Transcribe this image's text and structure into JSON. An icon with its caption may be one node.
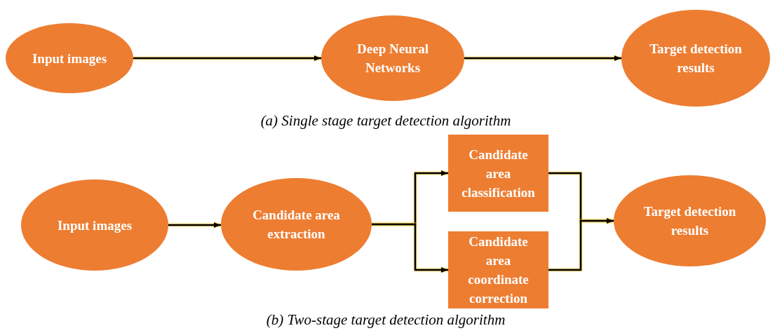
{
  "diagram": {
    "nodes": [
      {
        "text": [
          "Input images"
        ]
      },
      {
        "text": [
          "Deep Neural Networks"
        ]
      },
      {
        "text": [
          "Target detection results"
        ]
      },
      {
        "text": [
          "Input images"
        ]
      },
      {
        "text": [
          "Candidate area extraction"
        ]
      },
      {
        "text": [
          "Candidate area classification"
        ]
      },
      {
        "text": [
          "Candidate area coordinate correction"
        ]
      },
      {
        "text": [
          "Target detection results"
        ]
      }
    ],
    "edges": [
      {
        "from": 0,
        "to": 1,
        "arrow": "to"
      },
      {
        "from": 1,
        "to": 2,
        "arrow": "to"
      },
      {
        "from": 3,
        "to": 4,
        "arrow": "to"
      },
      {
        "from": 4,
        "to": 5,
        "arrow": "to"
      },
      {
        "from": 4,
        "to": 6,
        "arrow": "to"
      },
      {
        "from": 5,
        "to": 7,
        "arrow": "to"
      },
      {
        "from": 6,
        "to": 7,
        "arrow": "to"
      }
    ],
    "labels": [
      "(a) Single stage target detection algorithm",
      "(b) Two-stage target detection algorithm"
    ]
  }
}
